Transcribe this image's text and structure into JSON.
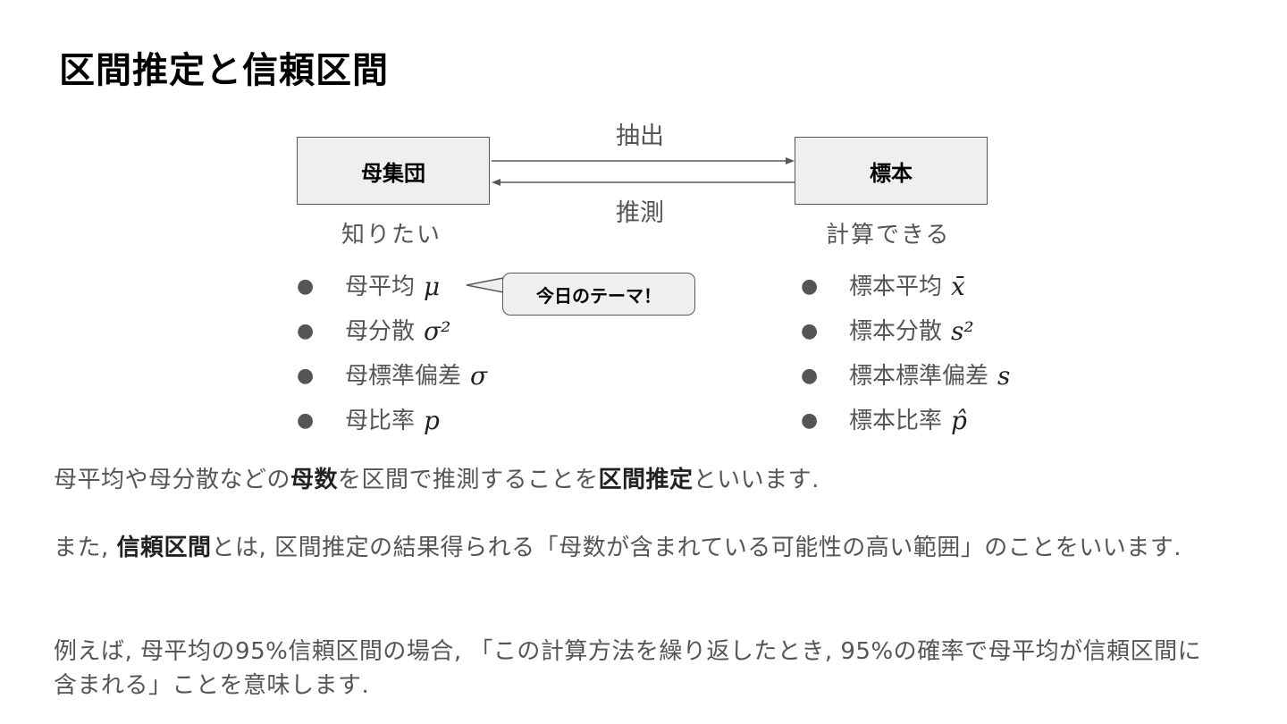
{
  "title": "区間推定と信頼区間",
  "diagram": {
    "population_box": "母集団",
    "sample_box": "標本",
    "arrow_extract": "抽出",
    "arrow_infer": "推測",
    "population_caption": "知りたい",
    "sample_caption": "計算できる",
    "callout": "今日のテーマ！",
    "population_params": [
      {
        "label": "母平均",
        "symbol": "μ"
      },
      {
        "label": "母分散",
        "symbol": "σ²"
      },
      {
        "label": "母標準偏差",
        "symbol": "σ"
      },
      {
        "label": "母比率",
        "symbol": "p"
      }
    ],
    "sample_stats": [
      {
        "label": "標本平均",
        "symbol": "x̄"
      },
      {
        "label": "標本分散",
        "symbol": "s²"
      },
      {
        "label": "標本標準偏差",
        "symbol": "s"
      },
      {
        "label": "標本比率",
        "symbol": "p̂"
      }
    ],
    "bullet": "●"
  },
  "paragraphs": {
    "p1": {
      "a": "母平均や母分散などの",
      "b": "母数",
      "c": "を区間で推測することを",
      "d": "区間推定",
      "e": "といいます."
    },
    "p2": {
      "a": "また, ",
      "b": "信頼区間",
      "c": "とは, 区間推定の結果得られる「母数が含まれている可能性の高い範囲」のことをいいます."
    },
    "p3": "例えば, 母平均の95%信頼区間の場合, 「この計算方法を繰り返したとき, 95%の確率で母平均が信頼区間に含まれる」ことを意味します."
  }
}
